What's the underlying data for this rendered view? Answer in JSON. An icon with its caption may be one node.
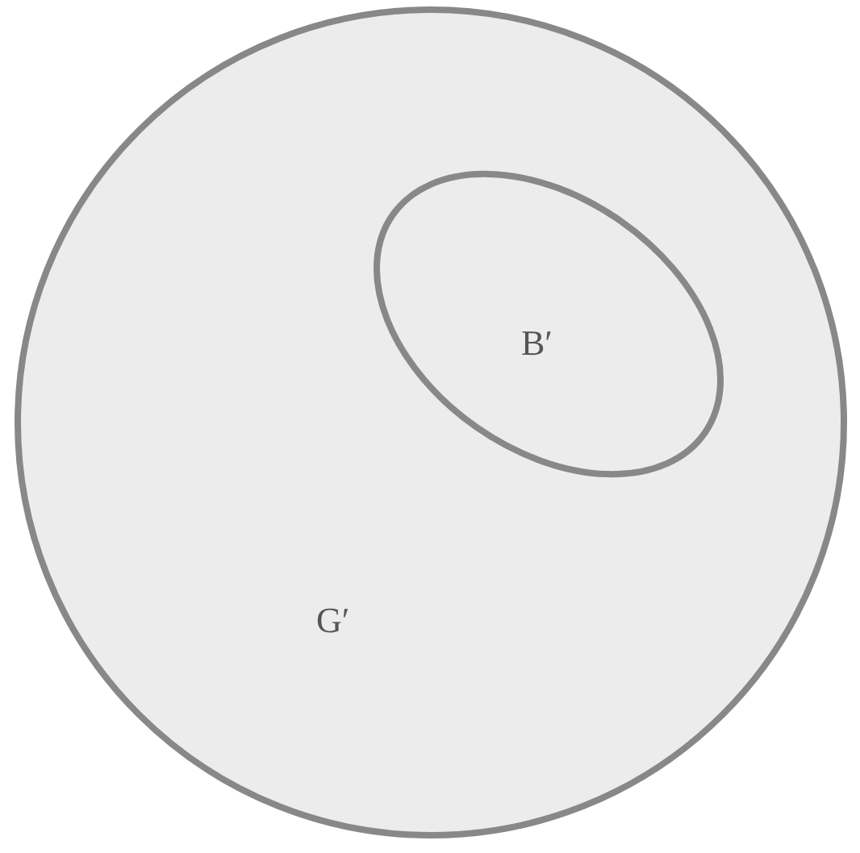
{
  "diagram": {
    "nodes": [
      {
        "text": [
          "G′"
        ]
      },
      {
        "text": [
          "B′"
        ],
        "in": 0
      }
    ]
  }
}
